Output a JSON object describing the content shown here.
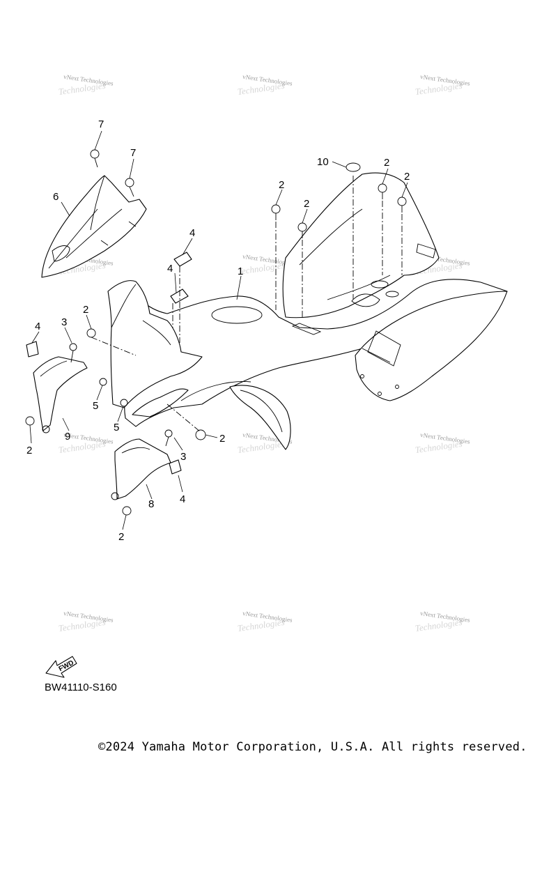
{
  "watermark": {
    "line1": "vNext Technologies",
    "line2": "Technologies"
  },
  "callouts": {
    "c1": "1",
    "c2a": "2",
    "c2b": "2",
    "c2c": "2",
    "c2d": "2",
    "c2e": "2",
    "c2f": "2",
    "c2g": "2",
    "c2h": "2",
    "c3a": "3",
    "c3b": "3",
    "c4a": "4",
    "c4b": "4",
    "c4c": "4",
    "c4d": "4",
    "c5a": "5",
    "c5b": "5",
    "c6": "6",
    "c7a": "7",
    "c7b": "7",
    "c8": "8",
    "c9": "9",
    "c10": "10"
  },
  "fwd_label": "FWD",
  "diagram_code": "BW41110-S160",
  "copyright": "©2024 Yamaha Motor Corporation, U.S.A. All rights reserved."
}
